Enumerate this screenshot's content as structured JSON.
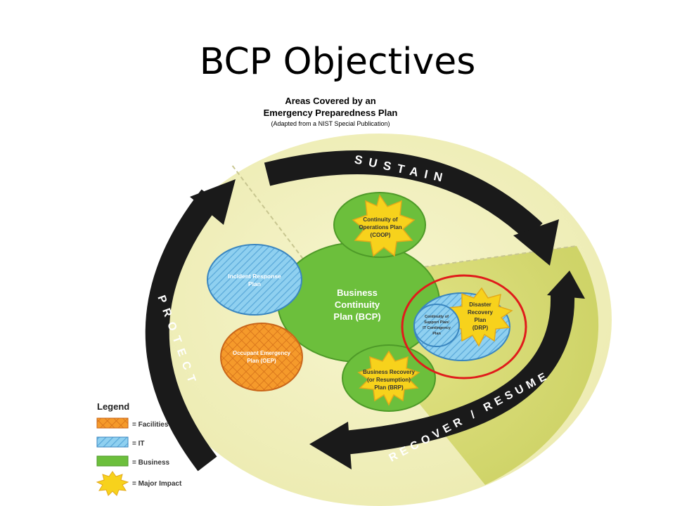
{
  "slide": {
    "title": "BCP Objectives",
    "subtitle_line1": "Areas Covered by an",
    "subtitle_line2": "Emergency Preparedness Plan",
    "subtitle_line3": "(Adapted from a  NIST Special Publication)"
  },
  "diagram": {
    "arrows": {
      "sustain": "SUSTAIN",
      "protect": "PROTECT",
      "recover": "RECOVER / RESUME"
    },
    "bcp": {
      "line1": "Business",
      "line2": "Continuity",
      "line3": "Plan (BCP)"
    },
    "coop": {
      "line1": "Continuity of",
      "line2": "Operations Plan",
      "line3": "(COOP)"
    },
    "irp": {
      "line1": "Incident Response",
      "line2": "Plan"
    },
    "oep": {
      "line1": "Occupant Emergency",
      "line2": "Plan (OEP)"
    },
    "drp": {
      "line1": "Disaster",
      "line2": "Recovery",
      "line3": "Plan",
      "line4": "(DRP)"
    },
    "csp": {
      "line1": "Continuity of",
      "line2": "Support Plan/",
      "line3": "IT Contingency",
      "line4": "Plan"
    },
    "brp": {
      "line1": "Business Recovery",
      "line2": "(or Resumption)",
      "line3": "Plan (BRP)"
    }
  },
  "legend": {
    "title": "Legend",
    "items": [
      {
        "label": "= Facilities",
        "kind": "facilities",
        "color": "#f28c1e"
      },
      {
        "label": "= IT",
        "kind": "it",
        "color": "#7cc6ec"
      },
      {
        "label": "= Business",
        "kind": "business",
        "color": "#6cbf3c"
      },
      {
        "label": "= Major Impact",
        "kind": "major-impact",
        "color": "#f7d21c"
      }
    ]
  },
  "colors": {
    "background_disc": "#f3f0b8",
    "arrow": "#1a1a1a",
    "highlight_circle": "#e01b1b",
    "label_white": "#ffffff",
    "label_dark": "#333333"
  }
}
